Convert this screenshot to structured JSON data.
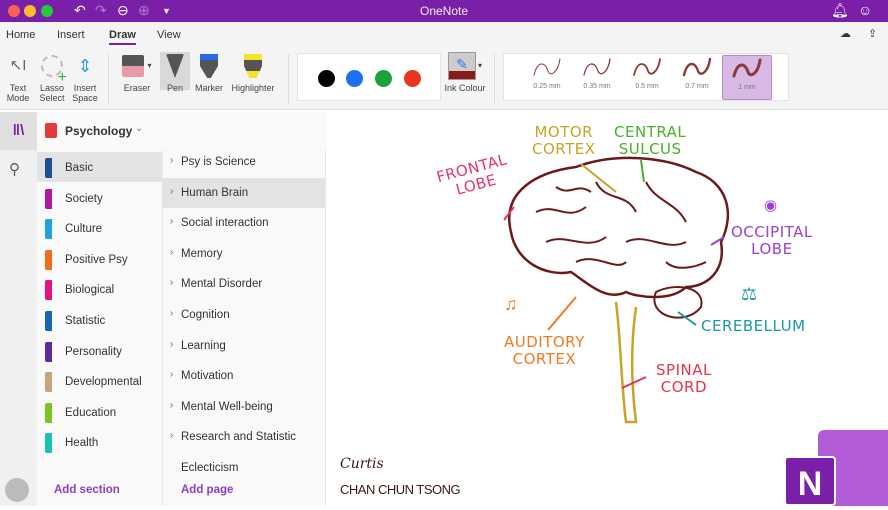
{
  "window": {
    "title": "OneNote"
  },
  "menu_tabs": [
    "Home",
    "Insert",
    "Draw",
    "View"
  ],
  "ribbon": {
    "text_mode": "Text Mode",
    "lasso_select": "Lasso Select",
    "insert_space": "Insert Space",
    "eraser": "Eraser",
    "pen": "Pen",
    "marker": "Marker",
    "highlighter": "Highlighter",
    "ink_colour": "Ink Colour",
    "pen_colors": [
      "#000000",
      "#1f6ff2",
      "#1aa33a",
      "#e8361f"
    ],
    "widths": [
      "0.25 mm",
      "0.35 mm",
      "0.5 mm",
      "0.7 mm",
      "1 mm"
    ],
    "selected_width": "1 mm",
    "accent": "#7a1fa8"
  },
  "notebook": {
    "name": "Psychology"
  },
  "sections": [
    {
      "label": "Basic",
      "color": "#1d4f8f"
    },
    {
      "label": "Society",
      "color": "#b0199f"
    },
    {
      "label": "Culture",
      "color": "#1ea3e0"
    },
    {
      "label": "Positive Psy",
      "color": "#f26a1b"
    },
    {
      "label": "Biological",
      "color": "#e0157f"
    },
    {
      "label": "Statistic",
      "color": "#1866b8"
    },
    {
      "label": "Personality",
      "color": "#5b2ca0"
    },
    {
      "label": "Developmental",
      "color": "#c9a27a"
    },
    {
      "label": "Education",
      "color": "#7ac61c"
    },
    {
      "label": "Health",
      "color": "#18c2b8"
    }
  ],
  "pages": [
    "Psy is Science",
    "Human Brain",
    "Social interaction",
    "Memory",
    "Mental Disorder",
    "Cognition",
    "Learning",
    "Motivation",
    "Mental Well-being",
    "Research and Statistic",
    "Eclecticism"
  ],
  "add_section": "Add section",
  "add_page": "Add page",
  "drawing": {
    "labels": {
      "frontal": "FRONTAL\nLOBE",
      "motor": "MOTOR\nCORTEX",
      "central": "CENTRAL\nSULCUS",
      "occipital": "OCCIPITAL\nLOBE",
      "cerebellum": "CEREBELLUM",
      "auditory": "AUDITORY\nCORTEX",
      "spinal": "SPINAL\nCORD"
    },
    "signature": "Curtis",
    "author": "CHAN CHUN TSONG"
  }
}
